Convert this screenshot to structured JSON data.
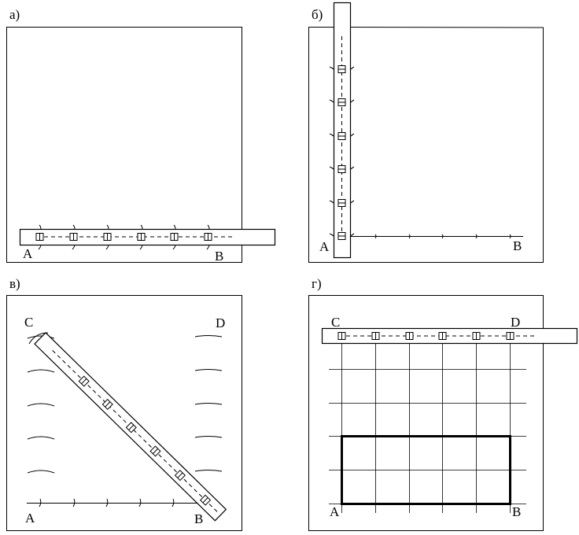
{
  "panels": {
    "a": {
      "label": "а)",
      "points": {
        "A": "A",
        "B": "B"
      }
    },
    "b": {
      "label": "б)",
      "points": {
        "A": "A",
        "B": "B"
      }
    },
    "v": {
      "label": "в)",
      "points": {
        "A": "A",
        "B": "B",
        "C": "C",
        "D": "D"
      }
    },
    "g": {
      "label": "г)",
      "points": {
        "A": "A",
        "B": "B",
        "C": "C",
        "D": "D"
      }
    }
  }
}
